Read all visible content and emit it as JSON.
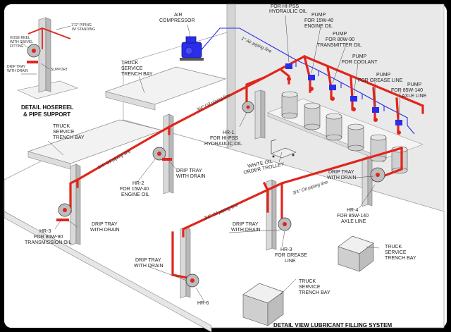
{
  "title": "DETAIL VIEW LUBRICANT FILLING SYSTEM",
  "detail": {
    "title_line1": "DETAIL HOSEREEL",
    "title_line2": "& PIPE SUPPORT",
    "notes": [
      "1\"/2\" PIPING",
      "HOSE REEL",
      "WITH SWIVEL",
      "FITTING",
      "DRIP TRAY",
      "WITH DRAIN",
      "SUPPORT",
      "W/ STANDING"
    ]
  },
  "labels": {
    "air_compressor": [
      "AIR",
      "COMPRESSOR"
    ],
    "pump_hipss": [
      "FOR HI-PSS",
      "HYDRAULIC OIL"
    ],
    "pump_15w40": [
      "PUMP",
      "FOR 15W-40",
      "ENGINE OIL"
    ],
    "pump_80w90": [
      "PUMP",
      "FOR 80W-90",
      "TRANSMITTER OIL"
    ],
    "pump_coolant": [
      "PUMP",
      "FOR COOLANT"
    ],
    "pump_grease": [
      "PUMP",
      "FOR GREASE LINE"
    ],
    "pump_85w140": [
      "PUMP",
      "FOR 85W-140",
      "AXLE LINE"
    ],
    "truck_bay_top": [
      "TRUCK",
      "SERVICE",
      "TRENCH BAY"
    ],
    "truck_bay_left": [
      "TRUCK",
      "SERVICE",
      "TRENCH BAY"
    ],
    "truck_bay_right": [
      "TRUCK",
      "SERVICE",
      "TRENCH BAY"
    ],
    "truck_bay_bottom": [
      "TRUCK",
      "SERVICE",
      "TRENCH BAY"
    ],
    "hr1": [
      "HR-1",
      "FOR HI-PSS",
      "HYDRAULIC OIL"
    ],
    "hr2": [
      "HR-2",
      "FOR 15W-40",
      "ENGINE OIL"
    ],
    "hr3_left": [
      "HR-3",
      "FOR 80W-90",
      "TRANSMISSION OIL"
    ],
    "hr3_grease": [
      "HR-3",
      "FOR GREASE",
      "LINE"
    ],
    "hr4": [
      "HR-4",
      "FOR 85W-140",
      "AXLE LINE"
    ],
    "hr6": "HR-6",
    "drip1": [
      "DRIP TRAY",
      "WITH DRAIN"
    ],
    "drip2": [
      "DRIP TRAY",
      "WITH DRAIN"
    ],
    "drip3": [
      "DRIP TRAY",
      "WITH DRAIN"
    ],
    "drip4": [
      "DRIP TRAY",
      "WITH DRAIN"
    ],
    "drip5": [
      "DRIP TRAY",
      "WITH DRAIN"
    ],
    "drip6": [
      "DRIP TRAY",
      "WITH DRAIN"
    ],
    "trolley": [
      "WHITE OIL",
      "ORDER TROLLEY"
    ]
  },
  "pipes": {
    "air": "1\" Air piping line",
    "oil_top": "3/4\" Oil piping line",
    "oil_left": "3/4\" Oil piping line",
    "oil_right": "3/4\" Oil piping line",
    "oil_bottom": "3/4\" Oil piping line"
  },
  "colors": {
    "oil_pipe": "#e1251b",
    "air_pipe": "#2a2ee8",
    "background": "#000000",
    "floor": "#ffffff"
  }
}
